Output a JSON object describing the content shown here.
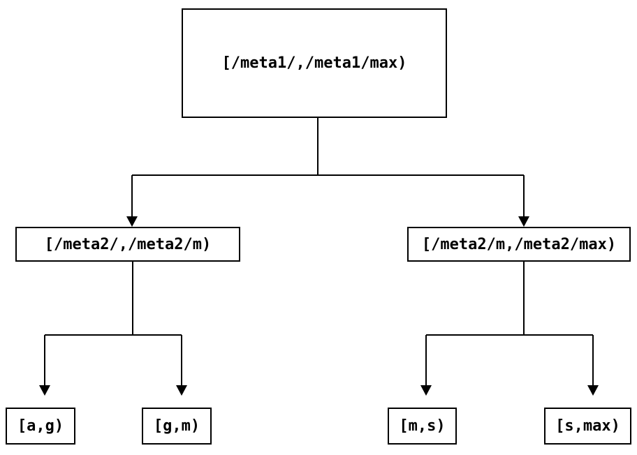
{
  "diagram": {
    "type": "tree",
    "background_color": "#ffffff",
    "stroke_color": "#000000",
    "nodes": [
      {
        "id": "root",
        "label": "[/meta1/,/meta1/max)"
      },
      {
        "id": "meta2-left",
        "label": "[/meta2/,/meta2/m)"
      },
      {
        "id": "meta2-right",
        "label": "[/meta2/m,/meta2/max)"
      },
      {
        "id": "leaf-a-g",
        "label": "[a,g)"
      },
      {
        "id": "leaf-g-m",
        "label": "[g,m)"
      },
      {
        "id": "leaf-m-s",
        "label": "[m,s)"
      },
      {
        "id": "leaf-s-max",
        "label": "[s,max)"
      }
    ],
    "edges": [
      {
        "from": "root",
        "to": "meta2-left"
      },
      {
        "from": "root",
        "to": "meta2-right"
      },
      {
        "from": "meta2-left",
        "to": "leaf-a-g"
      },
      {
        "from": "meta2-left",
        "to": "leaf-g-m"
      },
      {
        "from": "meta2-right",
        "to": "leaf-m-s"
      },
      {
        "from": "meta2-right",
        "to": "leaf-s-max"
      }
    ]
  }
}
